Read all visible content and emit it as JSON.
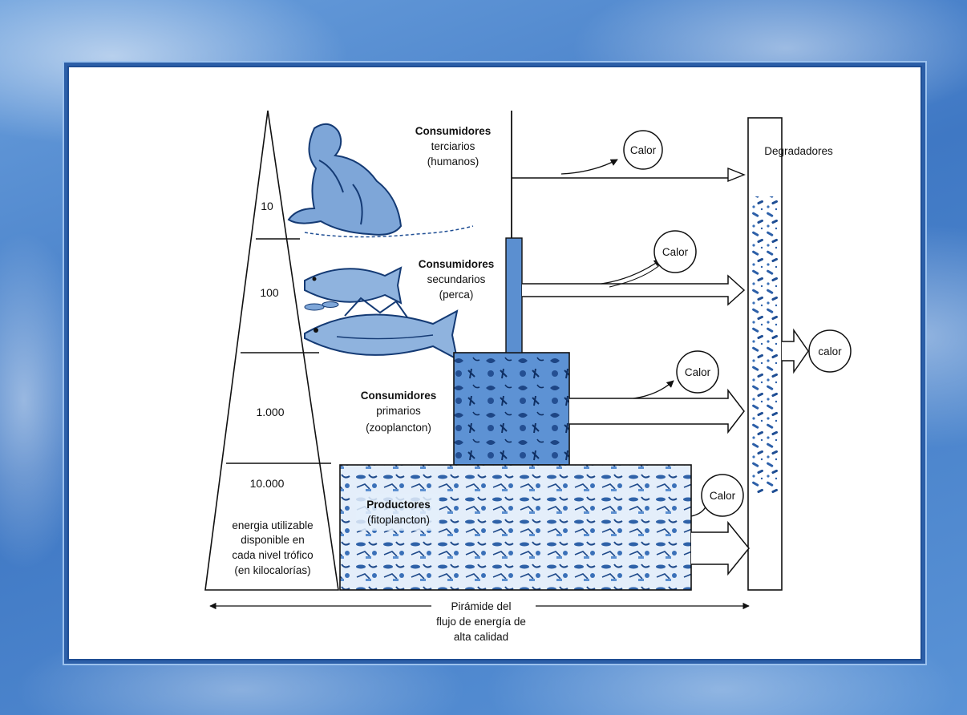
{
  "pyramid": {
    "levels": [
      "10",
      "100",
      "1.000",
      "10.000"
    ],
    "energy_note": [
      "energia utilizable",
      "disponible en",
      "cada nivel trófico",
      "(en kilocalorías)"
    ]
  },
  "trophic_levels": {
    "tertiary": [
      "Consumidores",
      "terciarios",
      "(humanos)"
    ],
    "secondary": [
      "Consumidores",
      "secundarios",
      "(perca)"
    ],
    "primary": [
      "Consumidores",
      "primarios",
      "(zooplancton)"
    ],
    "producers": [
      "Productores",
      "(fitoplancton)"
    ]
  },
  "decomposers_label": "Degradadores",
  "heat_labels": {
    "tertiary": "Calor",
    "secondary": "Calor",
    "primary": "Calor",
    "producers": "Calor",
    "decomposers": "calor"
  },
  "bottom_caption": [
    "Pirámide del",
    "flujo de energía de",
    "alta calidad"
  ],
  "colors": {
    "ink": "#111111",
    "plankton_fill": "#4f86cc",
    "bar_fill": "#5b8fd0",
    "background": "#4f86cc"
  }
}
